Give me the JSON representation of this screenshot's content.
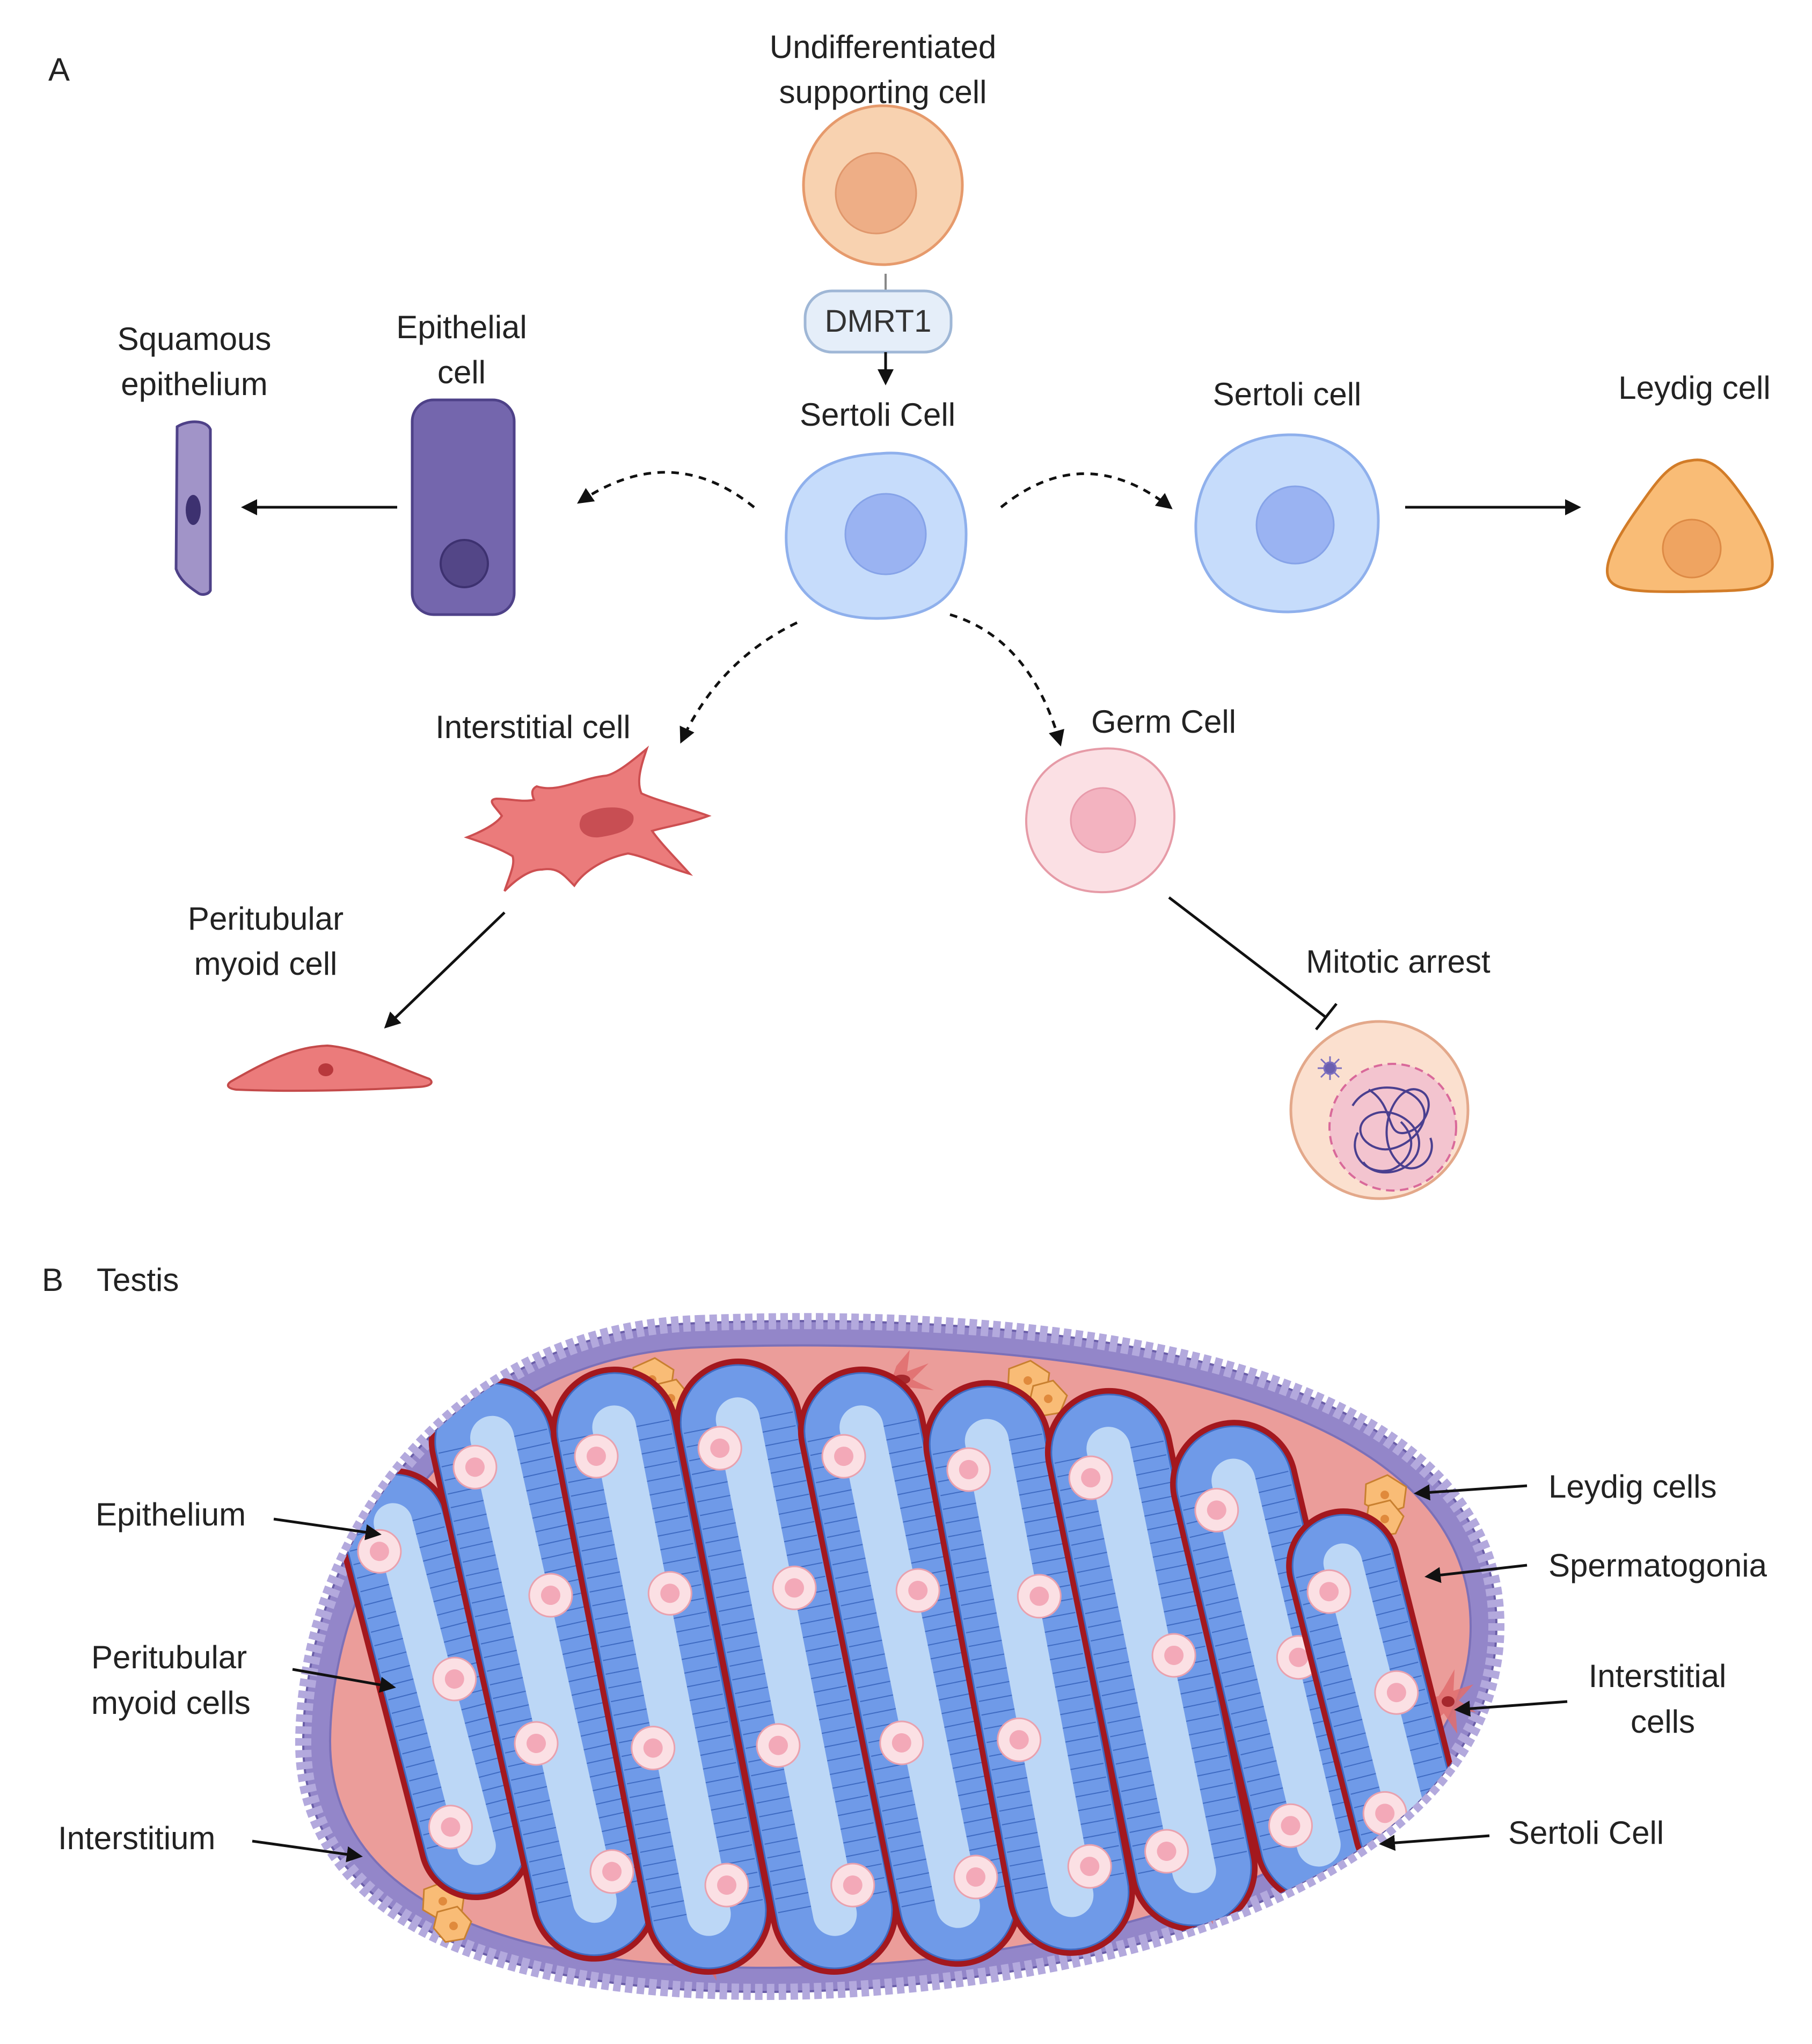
{
  "panel_a": {
    "letter": "A",
    "labels": {
      "undiff_line1": "Undifferentiated",
      "undiff_line2": "supporting cell",
      "dmrt1": "DMRT1",
      "sertoli_center": "Sertoli Cell",
      "epithelial_line1": "Epithelial",
      "epithelial_line2": "cell",
      "squamous_line1": "Squamous",
      "squamous_line2": "epithelium",
      "sertoli_right": "Sertoli cell",
      "leydig": "Leydig cell",
      "interstitial": "Interstitial cell",
      "germ": "Germ Cell",
      "peritubular_line1": "Peritubular",
      "peritubular_line2": "myoid cell",
      "mitotic_arrest": "Mitotic arrest"
    }
  },
  "panel_b": {
    "letter": "B",
    "title": "Testis",
    "labels": {
      "epithelium": "Epithelium",
      "peritubular_line1": "Peritubular",
      "peritubular_line2": "myoid cells",
      "interstitium": "Interstitium",
      "leydig": "Leydig cells",
      "spermatogonia": "Spermatogonia",
      "interstitial_line1": "Interstitial",
      "interstitial_line2": "cells",
      "sertoli": "Sertoli Cell"
    }
  },
  "colors": {
    "undiff_fill": "#f8d2b0",
    "undiff_nucleus": "#eeae86",
    "sertoli_fill": "#c6dcfb",
    "sertoli_nucleus": "#9ab3f2",
    "epithelial_fill": "#7466ad",
    "squamous_fill": "#a194c8",
    "leydig_fill": "#f9bc76",
    "interstitial_fill": "#eb7b7b",
    "germ_fill": "#fbe0e4",
    "testis_interstitium": "#eb9d9a",
    "testis_epithelium": "#9386c9",
    "tubule_wall": "#6f9ae8",
    "tubule_lumen": "#bcd7f6",
    "myoid_lining": "#a3181e"
  }
}
